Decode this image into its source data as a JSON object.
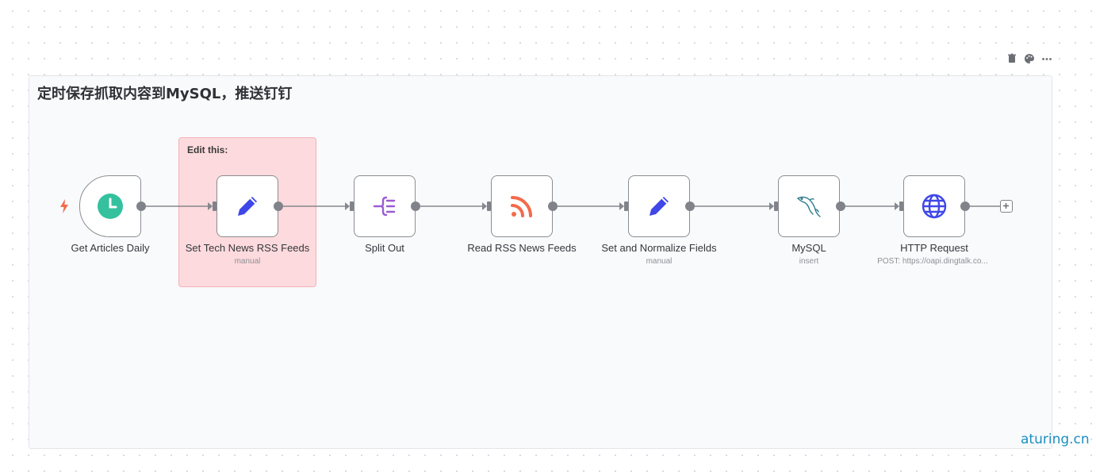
{
  "sticky": {
    "title": "定时保存抓取内容到MySQL，推送钉钉"
  },
  "note": {
    "text": "Edit this:"
  },
  "toolbar": {
    "icons": [
      "trash-icon",
      "palette-icon",
      "more-icon"
    ]
  },
  "nodes": [
    {
      "id": "get-articles-daily",
      "label": "Get Articles Daily",
      "sublabel": "",
      "icon": "clock-icon",
      "color": "#35c19e"
    },
    {
      "id": "set-tech-news-rss-feeds",
      "label": "Set Tech News RSS Feeds",
      "sublabel": "manual",
      "icon": "pencil-icon",
      "color": "#3f47e8"
    },
    {
      "id": "split-out",
      "label": "Split Out",
      "sublabel": "",
      "icon": "split-icon",
      "color": "#9b5bd4"
    },
    {
      "id": "read-rss-news-feeds",
      "label": "Read RSS News Feeds",
      "sublabel": "",
      "icon": "rss-icon",
      "color": "#f26b4c"
    },
    {
      "id": "set-and-normalize-fields",
      "label": "Set and Normalize Fields",
      "sublabel": "manual",
      "icon": "pencil-icon",
      "color": "#3f47e8"
    },
    {
      "id": "mysql",
      "label": "MySQL",
      "sublabel": "insert",
      "icon": "mysql-dolphin-icon",
      "color": "#2c7a8c"
    },
    {
      "id": "http-request",
      "label": "HTTP Request",
      "sublabel": "POST: https://oapi.dingtalk.co...",
      "icon": "globe-icon",
      "color": "#3f47e8"
    }
  ],
  "watermark": "aturing.cn",
  "colors": {
    "trigger": "#f26b4c",
    "handle": "#808389",
    "note_bg": "#fddadd"
  }
}
